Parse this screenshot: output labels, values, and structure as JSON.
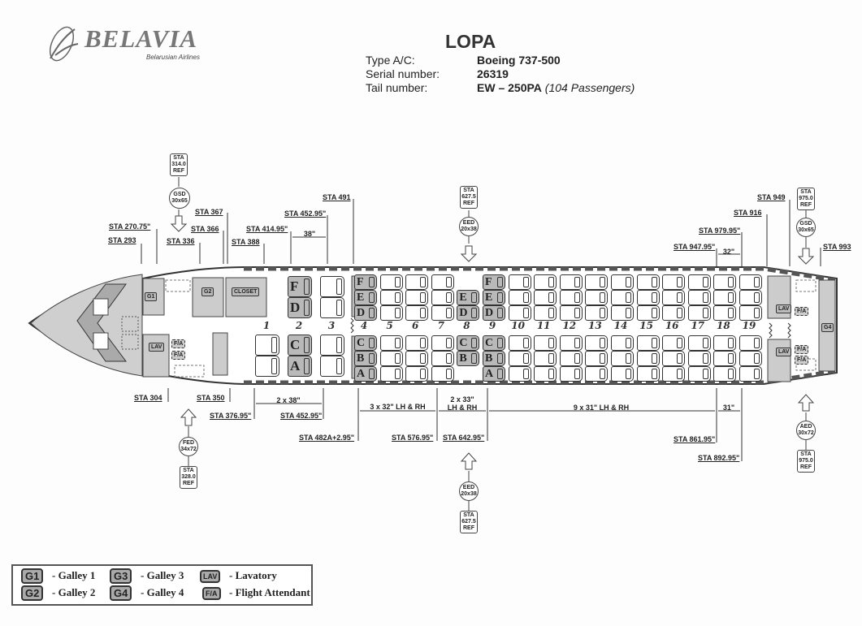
{
  "header": {
    "logo_text": "BELAVIA",
    "logo_sub": "Belarusian Airlines",
    "title": "LOPA",
    "fields": [
      {
        "label": "Type A/C:",
        "value": "Boeing 737-500",
        "note": ""
      },
      {
        "label": "Serial number:",
        "value": "26319",
        "note": ""
      },
      {
        "label": "Tail number:",
        "value": "EW – 250PA",
        "note": "(104 Passengers)"
      }
    ]
  },
  "stations_top": [
    "STA 293",
    "STA 270.75\"",
    "STA 336",
    "STA 367",
    "STA 366",
    "STA 388",
    "STA 414.95\"",
    "STA 452.95\"",
    "STA 491",
    "STA 949",
    "STA 916",
    "STA 979.95\"",
    "STA 947.95\"",
    "STA 993"
  ],
  "stations_bottom": [
    "STA 304",
    "STA 350",
    "STA 376.95\"",
    "STA 452.95\"",
    "STA 482A+2.95\"",
    "STA 576.95\"",
    "STA 642.95\"",
    "STA 861.95\"",
    "STA 892.95\""
  ],
  "dimensions": {
    "top_fwd": "38\"",
    "top_aft": "32\"",
    "biz": "2 x 38\"",
    "eco1": "3 x 32\" LH & RH",
    "eco2_a": "2 x 33\"",
    "eco2_b": "LH & RH",
    "eco3": "9 x 31\" LH & RH",
    "last": "31\""
  },
  "exits": {
    "fwd_service": {
      "type": "GSD",
      "size": "30x65",
      "ref": [
        "STA",
        "314.0",
        "REF"
      ]
    },
    "fwd_entry": {
      "type": "FED",
      "size": "34x72",
      "ref": [
        "STA",
        "328.0",
        "REF"
      ]
    },
    "overwing_top": {
      "type": "EED",
      "size": "20x38",
      "ref": [
        "STA",
        "627.5",
        "REF"
      ]
    },
    "overwing_bottom": {
      "type": "EED",
      "size": "20x38",
      "ref": [
        "STA",
        "627.5",
        "REF"
      ]
    },
    "aft_service": {
      "type": "GSD",
      "size": "30x65",
      "ref": [
        "STA",
        "975.0",
        "REF"
      ]
    },
    "aft_entry": {
      "type": "AED",
      "size": "30x72",
      "ref": [
        "STA",
        "975.0",
        "REF"
      ]
    }
  },
  "cabin_tags": {
    "g1": "G1",
    "g2": "G2",
    "closet": "CLOSET",
    "lav": "LAV",
    "fa": "F/A",
    "g4": "G4"
  },
  "seat_map": {
    "business": [
      {
        "row": "1",
        "top": [
          null,
          null
        ],
        "bottom": [
          "",
          ""
        ]
      },
      {
        "row": "2",
        "top": [
          "F",
          "D"
        ],
        "bottom": [
          "C",
          "A"
        ]
      },
      {
        "row": "3",
        "top": [
          "",
          ""
        ],
        "bottom": [
          "",
          ""
        ]
      }
    ],
    "economy": [
      {
        "row": "4",
        "top": [
          "F",
          "E",
          "D"
        ],
        "bottom": [
          "C",
          "B",
          "A"
        ]
      },
      {
        "row": "5",
        "top": [
          "",
          "",
          ""
        ],
        "bottom": [
          "",
          "",
          ""
        ]
      },
      {
        "row": "6",
        "top": [
          "",
          "",
          ""
        ],
        "bottom": [
          "",
          "",
          ""
        ]
      },
      {
        "row": "7",
        "top": [
          "",
          "",
          ""
        ],
        "bottom": [
          "",
          "",
          ""
        ]
      },
      {
        "row": "8",
        "top": [
          null,
          "E",
          "D"
        ],
        "bottom": [
          "C",
          "B",
          null
        ]
      },
      {
        "row": "9",
        "top": [
          "F",
          "E",
          "D"
        ],
        "bottom": [
          "C",
          "B",
          "A"
        ]
      },
      {
        "row": "10",
        "top": [
          "",
          "",
          ""
        ],
        "bottom": [
          "",
          "",
          ""
        ]
      },
      {
        "row": "11",
        "top": [
          "",
          "",
          ""
        ],
        "bottom": [
          "",
          "",
          ""
        ]
      },
      {
        "row": "12",
        "top": [
          "",
          "",
          ""
        ],
        "bottom": [
          "",
          "",
          ""
        ]
      },
      {
        "row": "13",
        "top": [
          "",
          "",
          ""
        ],
        "bottom": [
          "",
          "",
          ""
        ]
      },
      {
        "row": "14",
        "top": [
          "",
          "",
          ""
        ],
        "bottom": [
          "",
          "",
          ""
        ]
      },
      {
        "row": "15",
        "top": [
          "",
          "",
          ""
        ],
        "bottom": [
          "",
          "",
          ""
        ]
      },
      {
        "row": "16",
        "top": [
          "",
          "",
          ""
        ],
        "bottom": [
          "",
          "",
          ""
        ]
      },
      {
        "row": "17",
        "top": [
          "",
          "",
          ""
        ],
        "bottom": [
          "",
          "",
          ""
        ]
      },
      {
        "row": "18",
        "top": [
          "",
          "",
          ""
        ],
        "bottom": [
          "",
          "",
          ""
        ]
      },
      {
        "row": "19",
        "top": [
          "",
          "",
          ""
        ],
        "bottom": [
          "",
          "",
          ""
        ]
      }
    ]
  },
  "legend": [
    {
      "code": "G1",
      "label": "- Galley 1"
    },
    {
      "code": "G2",
      "label": "- Galley 2"
    },
    {
      "code": "G3",
      "label": "- Galley 3"
    },
    {
      "code": "G4",
      "label": "- Galley 4"
    },
    {
      "code": "LAV",
      "label": "- Lavatory"
    },
    {
      "code": "F/A",
      "label": "- Flight Attendant"
    }
  ]
}
